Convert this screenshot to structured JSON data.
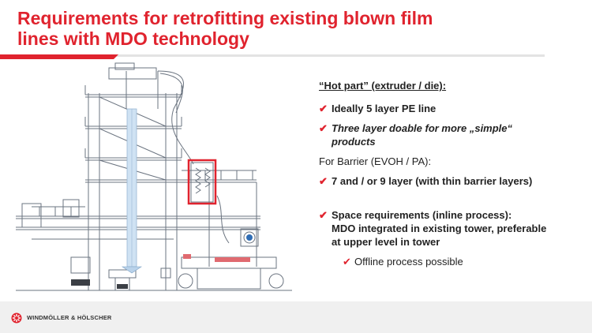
{
  "slide": {
    "title_line1": "Requirements for retrofitting existing blown film",
    "title_line2": "lines with MDO technology"
  },
  "content": {
    "heading": "“Hot part” (extruder / die):",
    "bullet1": "Ideally 5 layer PE line",
    "bullet2_line1": "Three layer doable for more „simple“",
    "bullet2_line2": "products",
    "barrier_label": "For Barrier (EVOH / PA):",
    "bullet3": "7 and / or 9 layer (with thin barrier layers)",
    "bullet4_line1": "Space requirements (inline process):",
    "bullet4_line2": "MDO integrated in existing tower, preferable",
    "bullet4_line3": "at upper level in tower",
    "sub_bullet": "Offline process possible"
  },
  "icons": {
    "check": "check-icon"
  },
  "footer": {
    "brand": "WINDMÖLLER & HÖLSCHER"
  },
  "colors": {
    "accent": "#e0232e",
    "text": "#222222",
    "footer_bg": "#f0f0f0"
  }
}
